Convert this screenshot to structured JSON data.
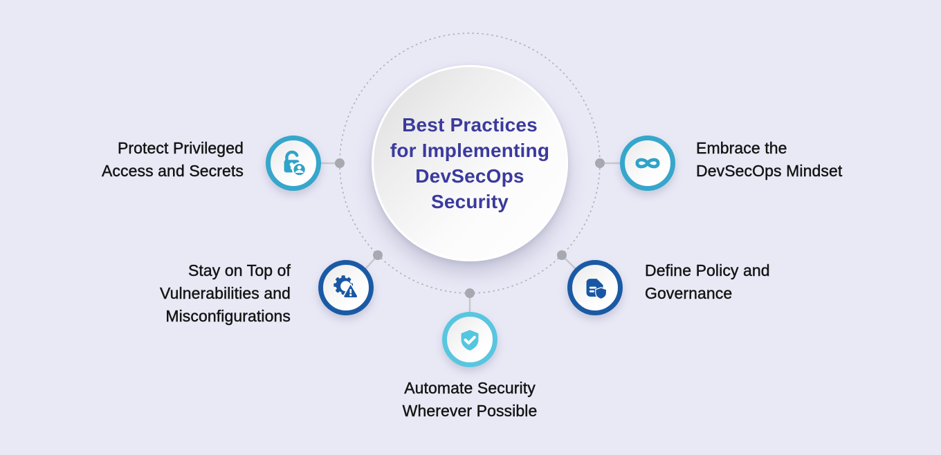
{
  "title": {
    "lines": [
      "Best Practices",
      "for Implementing",
      "DevSecOps",
      "Security"
    ]
  },
  "items": [
    {
      "id": "protect-privileged-access",
      "icon": "unlocked-padlock-user-icon",
      "lines": [
        "Protect Privileged",
        "Access and Secrets"
      ]
    },
    {
      "id": "embrace-devsecops-mindset",
      "icon": "infinity-devops-icon",
      "lines": [
        "Embrace the",
        "DevSecOps Mindset"
      ]
    },
    {
      "id": "stay-on-top-of-vulnerabilities",
      "icon": "gear-warning-icon",
      "lines": [
        "Stay on Top of",
        "Vulnerabilities and",
        "Misconfigurations"
      ]
    },
    {
      "id": "define-policy-governance",
      "icon": "document-shield-icon",
      "lines": [
        "Define Policy and",
        "Governance"
      ]
    },
    {
      "id": "automate-security",
      "icon": "shield-check-icon",
      "lines": [
        "Automate Security",
        "Wherever Possible"
      ]
    }
  ],
  "colors": {
    "background": "#E9E9F6",
    "title_text": "#3B3A9D",
    "label_text": "#141414",
    "ring_teal": "#36A6CB",
    "ring_cyan": "#59C6E0",
    "ring_navy": "#1A5AA5",
    "dotted_ring": "#AFAFBE",
    "connector_line": "#C8C8D0",
    "connector_dot": "#A8A8B0"
  }
}
